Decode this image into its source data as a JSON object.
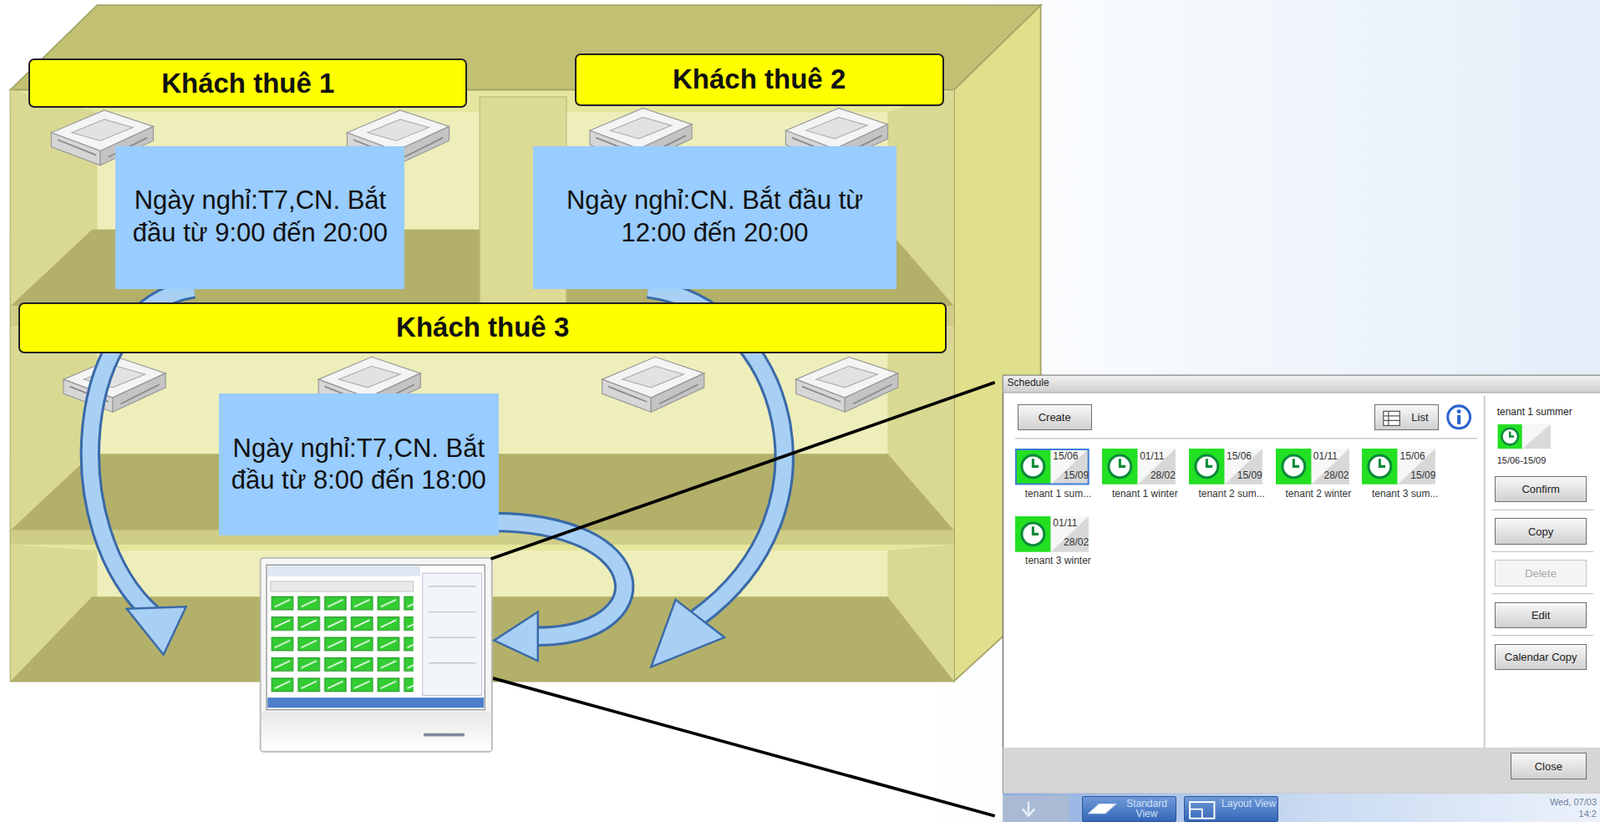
{
  "diagram": {
    "nodes": [
      {
        "text": [
          "Khách thuê 1"
        ]
      },
      {
        "text": [
          "Ngày nghỉ:T7,CN. Bắt đầu từ 9:00 đến 20:00"
        ]
      },
      {
        "text": [
          "Khách thuê 2"
        ]
      },
      {
        "text": [
          "Ngày nghỉ:CN. Bắt đầu từ 12:00 đến 20:00"
        ]
      },
      {
        "text": [
          "Khách thuê 3"
        ]
      },
      {
        "text": [
          "Ngày nghỉ:T7,CN. Bắt đầu từ 8:00 đến 18:00"
        ]
      },
      {
        "text": [
          "Schedule"
        ]
      },
      {
        "text": [
          "Create"
        ],
        "in": 6
      },
      {
        "text": [
          "List"
        ],
        "in": 6
      },
      {
        "text": [
          "15/06",
          "15/09",
          "tenant 1 sum..."
        ],
        "in": 6
      },
      {
        "text": [
          "01/11",
          "28/02",
          "tenant 1 winter"
        ],
        "in": 6
      },
      {
        "text": [
          "15/06",
          "15/09",
          "tenant 2 sum..."
        ],
        "in": 6
      },
      {
        "text": [
          "01/11",
          "28/02",
          "tenant 2 winter"
        ],
        "in": 6
      },
      {
        "text": [
          "15/06",
          "15/09",
          "tenant 3 sum..."
        ],
        "in": 6
      },
      {
        "text": [
          "01/11",
          "28/02",
          "tenant 3 winter"
        ],
        "in": 6
      },
      {
        "text": [
          "Confirm"
        ],
        "in": 6
      },
      {
        "text": [
          "Copy"
        ],
        "in": 6
      },
      {
        "text": [
          "Delete"
        ],
        "in": 6
      },
      {
        "text": [
          "Edit"
        ],
        "in": 6
      },
      {
        "text": [
          "Calendar Copy"
        ],
        "in": 6
      },
      {
        "text": [
          "Close"
        ],
        "in": 6
      },
      {
        "text": [
          "Standard View"
        ]
      },
      {
        "text": [
          "Layout View"
        ]
      }
    ],
    "labels": [
      "tenant 1 summer",
      "15/06-15/09",
      "Wed, 07/03",
      "14:2"
    ]
  }
}
